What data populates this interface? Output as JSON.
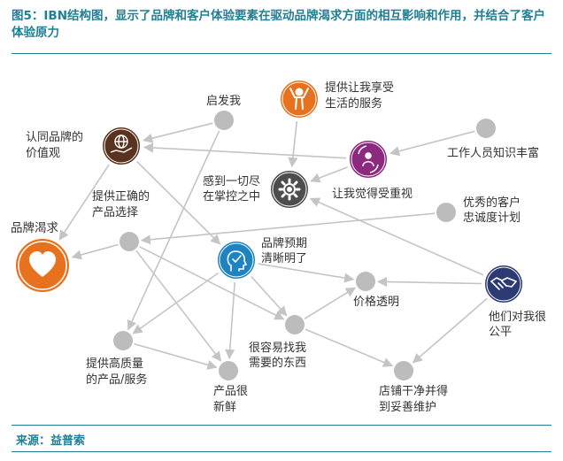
{
  "title": "图5：IBN结构图，显示了品牌和客户体验要素在驱动品牌渴求方面的相互影响和作用，并结合了客户体验原力",
  "source": "来源：益普索",
  "colors": {
    "title": "#1f7f95",
    "brand_orange": "#e8711e",
    "teal_blue": "#1f83c0",
    "purple": "#8b2a7f",
    "navy": "#2c3a73",
    "dark_brown": "#5a3220",
    "dark_gray": "#4d4d4d",
    "node_gray": "#bcbcbc",
    "edge_gray": "#c4c4c4"
  },
  "nodes": {
    "brand_desire": {
      "label": "品牌渴求",
      "icon": "heart-icon",
      "color": "#e8711e"
    },
    "brand_values": {
      "label": [
        "认同品牌的",
        "价值观"
      ],
      "icon": "globe-hand-icon",
      "color": "#5a3220"
    },
    "enjoy_life": {
      "label": [
        "提供让我享受",
        "生活的服务"
      ],
      "icon": "person-cheer-icon",
      "color": "#e8711e"
    },
    "respected": {
      "label": "让我觉得受重视",
      "icon": "person-arrows-icon",
      "color": "#8b2a7f"
    },
    "control": {
      "label": [
        "感到一切尽",
        "在掌控之中"
      ],
      "icon": "gear-icon",
      "color": "#4d4d4d"
    },
    "clear_expect": {
      "label": [
        "品牌预期",
        "清晰明了"
      ],
      "icon": "head-check-icon",
      "color": "#1f83c0"
    },
    "fair": {
      "label": [
        "他们对我很",
        "公平"
      ],
      "icon": "handshake-icon",
      "color": "#2c3a73"
    },
    "inspire": {
      "label": "启发我"
    },
    "staff": {
      "label": "工作人员知识丰富"
    },
    "loyalty": {
      "label": [
        "优秀的客户",
        "忠诚度计划"
      ]
    },
    "right_product": {
      "label": [
        "提供正确的",
        "产品选择"
      ]
    },
    "transparent": {
      "label": "价格透明"
    },
    "easy_find": {
      "label": [
        "很容易找我",
        "需要的东西"
      ]
    },
    "quality": {
      "label": [
        "提供高质量",
        "的产品/服务"
      ]
    },
    "fresh": {
      "label": [
        "产品很",
        "新鲜"
      ]
    },
    "clean_store": {
      "label": [
        "店铺干净并得",
        "到妥善维护"
      ]
    }
  }
}
